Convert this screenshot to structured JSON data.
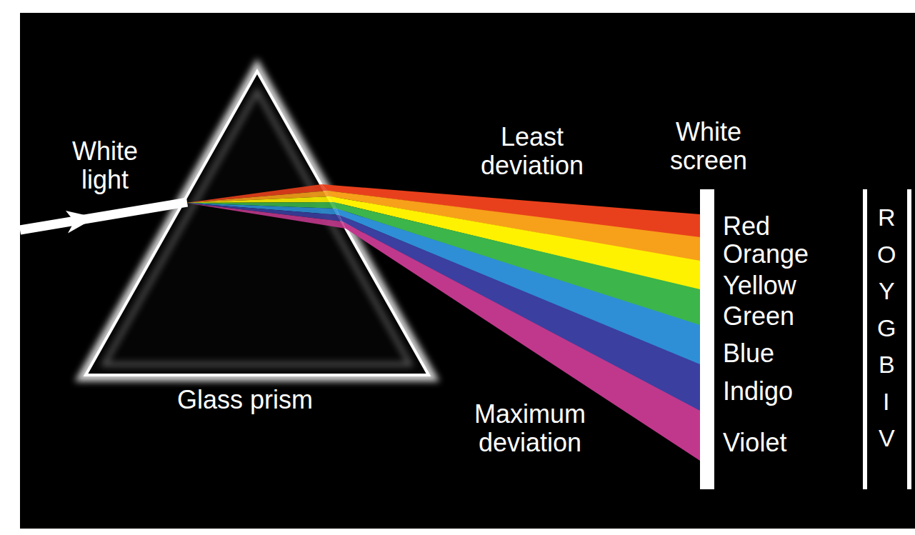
{
  "diagram": {
    "labels": [
      "White light",
      "Least deviation",
      "White screen",
      "Glass prism",
      "Maximum deviation",
      "Red",
      "Orange",
      "Yellow",
      "Green",
      "Blue",
      "Indigo",
      "Violet",
      "R",
      "O",
      "Y",
      "G",
      "B",
      "I",
      "V"
    ]
  }
}
